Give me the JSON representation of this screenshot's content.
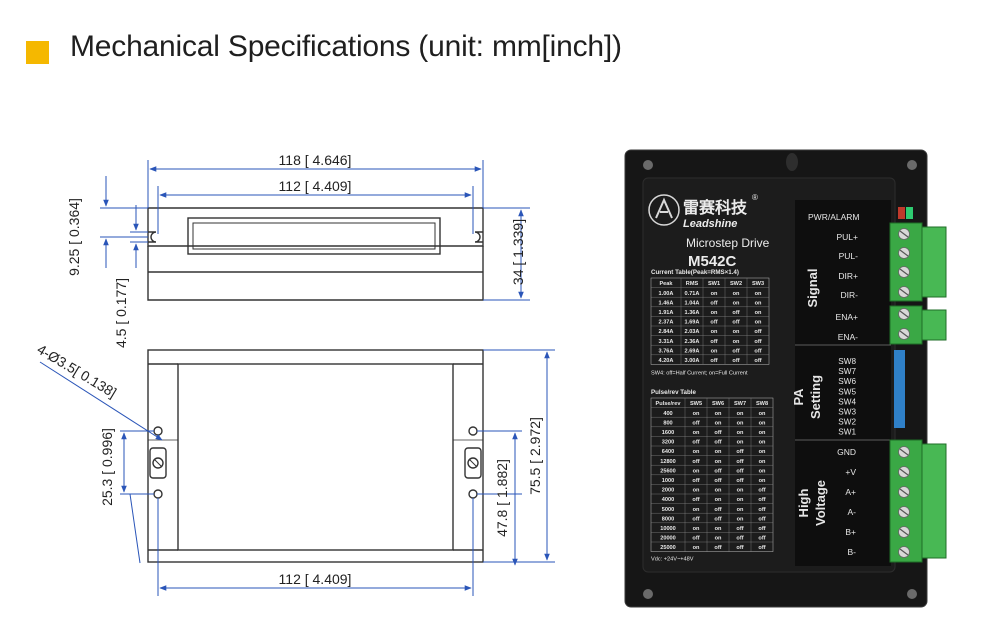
{
  "header": {
    "title": "Mechanical Specifications (unit: mm[inch])",
    "accent_color": "#f5b800"
  },
  "drawing": {
    "dim_color": "#2a55b8",
    "line_color": "#333333",
    "top_view": {
      "overall_width": "118 [ 4.646]",
      "mount_width": "112 [ 4.409]",
      "height": "34 [ 1.339]",
      "slot_offset": "9.25 [ 0.364]",
      "base_thickness": "4.5 [ 0.177]"
    },
    "front_view": {
      "hole_spec": "4-Ø3.5[ 0.138]",
      "hole_offset": "25.3 [ 0.996]",
      "hole_spacing": "47.8 [ 1.882]",
      "overall_height": "75.5 [ 2.972]",
      "mount_width": "112 [ 4.409]"
    }
  },
  "product": {
    "brand_cn": "雷赛科技",
    "brand": "Leadshine",
    "registered": "®",
    "subtitle": "Microstep Drive",
    "model": "M542C",
    "power_label": "PWR/ALARM",
    "signal_group": "Signal",
    "signal_pins": [
      "PUL+",
      "PUL-",
      "DIR+",
      "DIR-",
      "ENA+",
      "ENA-"
    ],
    "pa_group_line1": "PA",
    "pa_group_line2": "Setting",
    "switches": [
      "SW8",
      "SW7",
      "SW6",
      "SW5",
      "SW4",
      "SW3",
      "SW2",
      "SW1"
    ],
    "hv_group_line1": "High",
    "hv_group_line2": "Voltage",
    "hv_pins": [
      "GND",
      "+V",
      "A+",
      "A-",
      "B+",
      "B-"
    ],
    "current_table": {
      "title": "Current Table(Peak=RMS×1.4)",
      "headers": [
        "Peak",
        "RMS",
        "SW1",
        "SW2",
        "SW3"
      ],
      "rows": [
        [
          "1.00A",
          "0.71A",
          "on",
          "on",
          "on"
        ],
        [
          "1.46A",
          "1.04A",
          "off",
          "on",
          "on"
        ],
        [
          "1.91A",
          "1.36A",
          "on",
          "off",
          "on"
        ],
        [
          "2.37A",
          "1.69A",
          "off",
          "off",
          "on"
        ],
        [
          "2.84A",
          "2.03A",
          "on",
          "on",
          "off"
        ],
        [
          "3.31A",
          "2.36A",
          "off",
          "on",
          "off"
        ],
        [
          "3.76A",
          "2.69A",
          "on",
          "off",
          "off"
        ],
        [
          "4.20A",
          "3.00A",
          "off",
          "off",
          "off"
        ]
      ],
      "note": "SW4: off=Half Current; on=Full Current"
    },
    "pulse_table": {
      "title": "Pulse/rev Table",
      "headers": [
        "Pulse/rev",
        "SW5",
        "SW6",
        "SW7",
        "SW8"
      ],
      "rows": [
        [
          "400",
          "on",
          "on",
          "on",
          "on"
        ],
        [
          "800",
          "off",
          "on",
          "on",
          "on"
        ],
        [
          "1600",
          "on",
          "off",
          "on",
          "on"
        ],
        [
          "3200",
          "off",
          "off",
          "on",
          "on"
        ],
        [
          "6400",
          "on",
          "on",
          "off",
          "on"
        ],
        [
          "12800",
          "off",
          "on",
          "off",
          "on"
        ],
        [
          "25600",
          "on",
          "off",
          "off",
          "on"
        ],
        [
          "1000",
          "off",
          "off",
          "off",
          "on"
        ],
        [
          "2000",
          "on",
          "on",
          "on",
          "off"
        ],
        [
          "4000",
          "off",
          "on",
          "on",
          "off"
        ],
        [
          "5000",
          "on",
          "off",
          "on",
          "off"
        ],
        [
          "8000",
          "off",
          "off",
          "on",
          "off"
        ],
        [
          "10000",
          "on",
          "on",
          "off",
          "off"
        ],
        [
          "20000",
          "off",
          "on",
          "off",
          "off"
        ],
        [
          "25000",
          "on",
          "off",
          "off",
          "off"
        ]
      ],
      "note": "Vdc: +24V~+48V"
    }
  }
}
